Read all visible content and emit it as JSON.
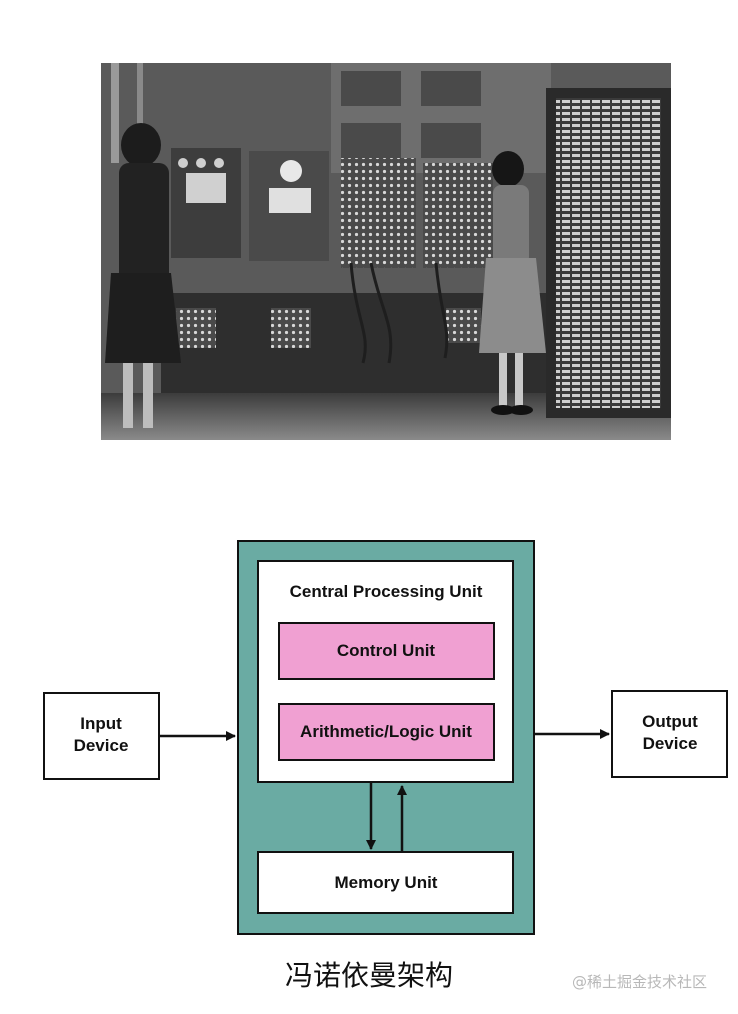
{
  "photo": {
    "subject": "ENIAC computer photo"
  },
  "diagram": {
    "cpu_title": "Central Processing Unit",
    "control_unit": "Control Unit",
    "alu": "Arithmetic/Logic Unit",
    "memory_unit": "Memory Unit",
    "input_line1": "Input",
    "input_line2": "Device",
    "output_line1": "Output",
    "output_line2": "Device",
    "colors": {
      "system_bg": "#6aaba3",
      "unit_fill": "#f0a0d2",
      "box_fill": "#ffffff",
      "stroke": "#111111"
    }
  },
  "caption": "冯诺依曼架构",
  "watermark": "@稀土掘金技术社区"
}
